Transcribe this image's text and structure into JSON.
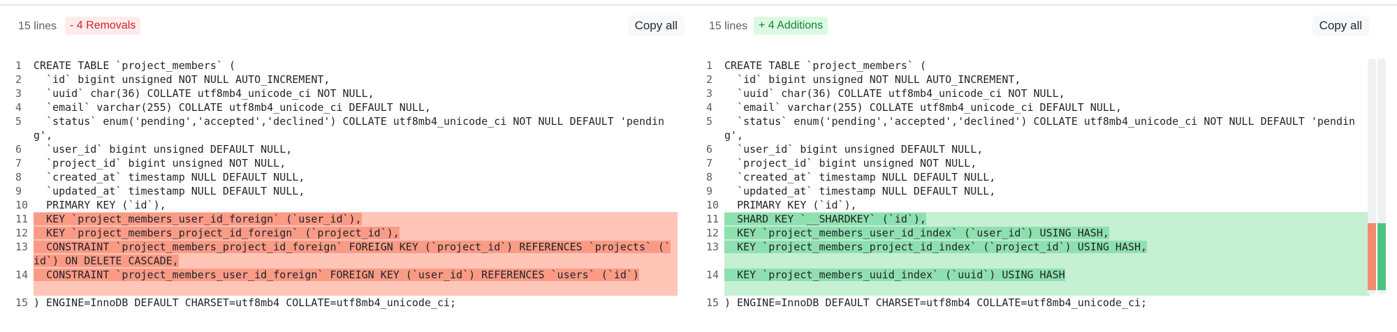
{
  "left": {
    "line_count": "15 lines",
    "badge": "- 4 Removals",
    "copy_label": "Copy all",
    "lines": [
      {
        "n": "1",
        "text": "CREATE TABLE `project_members` ("
      },
      {
        "n": "2",
        "text": "  `id` bigint unsigned NOT NULL AUTO_INCREMENT,"
      },
      {
        "n": "3",
        "text": "  `uuid` char(36) COLLATE utf8mb4_unicode_ci NOT NULL,"
      },
      {
        "n": "4",
        "text": "  `email` varchar(255) COLLATE utf8mb4_unicode_ci DEFAULT NULL,"
      },
      {
        "n": "5",
        "text": "  `status` enum('pending','accepted','declined') COLLATE utf8mb4_unicode_ci NOT NULL DEFAULT 'pending',"
      },
      {
        "n": "6",
        "text": "  `user_id` bigint unsigned DEFAULT NULL,"
      },
      {
        "n": "7",
        "text": "  `project_id` bigint unsigned NOT NULL,"
      },
      {
        "n": "8",
        "text": "  `created_at` timestamp NULL DEFAULT NULL,"
      },
      {
        "n": "9",
        "text": "  `updated_at` timestamp NULL DEFAULT NULL,"
      },
      {
        "n": "10",
        "text": "  PRIMARY KEY (`id`),"
      },
      {
        "n": "11",
        "text": "  KEY `project_members_user_id_foreign` (`user_id`),"
      },
      {
        "n": "12",
        "text": "  KEY `project_members_project_id_foreign` (`project_id`),"
      },
      {
        "n": "13",
        "text": "  CONSTRAINT `project_members_project_id_foreign` FOREIGN KEY (`project_id`) REFERENCES `projects` (`id`) ON DELETE CASCADE,"
      },
      {
        "n": "14",
        "text": "  CONSTRAINT `project_members_user_id_foreign` FOREIGN KEY (`user_id`) REFERENCES `users` (`id`)"
      },
      {
        "n": "15",
        "text": ") ENGINE=InnoDB DEFAULT CHARSET=utf8mb4 COLLATE=utf8mb4_unicode_ci;"
      }
    ]
  },
  "right": {
    "line_count": "15 lines",
    "badge": "+ 4 Additions",
    "copy_label": "Copy all",
    "lines": [
      {
        "n": "1",
        "text": "CREATE TABLE `project_members` ("
      },
      {
        "n": "2",
        "text": "  `id` bigint unsigned NOT NULL AUTO_INCREMENT,"
      },
      {
        "n": "3",
        "text": "  `uuid` char(36) COLLATE utf8mb4_unicode_ci NOT NULL,"
      },
      {
        "n": "4",
        "text": "  `email` varchar(255) COLLATE utf8mb4_unicode_ci DEFAULT NULL,"
      },
      {
        "n": "5",
        "text": "  `status` enum('pending','accepted','declined') COLLATE utf8mb4_unicode_ci NOT NULL DEFAULT 'pending',"
      },
      {
        "n": "6",
        "text": "  `user_id` bigint unsigned DEFAULT NULL,"
      },
      {
        "n": "7",
        "text": "  `project_id` bigint unsigned NOT NULL,"
      },
      {
        "n": "8",
        "text": "  `created_at` timestamp NULL DEFAULT NULL,"
      },
      {
        "n": "9",
        "text": "  `updated_at` timestamp NULL DEFAULT NULL,"
      },
      {
        "n": "10",
        "text": "  PRIMARY KEY (`id`),"
      },
      {
        "n": "11",
        "text": "  SHARD KEY `__SHARDKEY` (`id`),"
      },
      {
        "n": "12",
        "text": "  KEY `project_members_user_id_index` (`user_id`) USING HASH,"
      },
      {
        "n": "13",
        "text": "  KEY `project_members_project_id_index` (`project_id`) USING HASH,"
      },
      {
        "n": "14",
        "text": "  KEY `project_members_uuid_index` (`uuid`) USING HASH"
      },
      {
        "n": "15",
        "text": ") ENGINE=InnoDB DEFAULT CHARSET=utf8mb4 COLLATE=utf8mb4_unicode_ci;"
      }
    ]
  },
  "colors": {
    "removal_bg": "#ffc6b8",
    "removal_highlight": "#fb9b86",
    "addition_bg": "#c6f0d4",
    "addition_highlight": "#8fe0b0",
    "removal_badge": "#cf222e",
    "addition_badge": "#1a7f37"
  }
}
